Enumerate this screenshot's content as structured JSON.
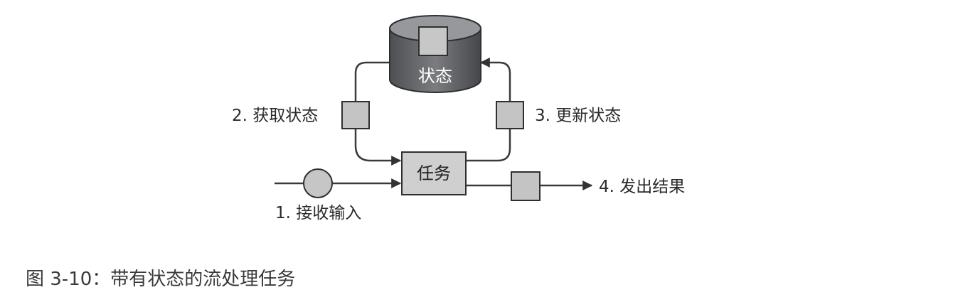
{
  "diagram": {
    "state_store": {
      "label": "状态"
    },
    "task": {
      "label": "任务"
    },
    "steps": {
      "receive_input": "1. 接收输入",
      "fetch_state": "2. 获取状态",
      "update_state": "3. 更新状态",
      "emit_result": "4. 发出结果"
    }
  },
  "caption": "图 3-10：带有状态的流处理任务"
}
